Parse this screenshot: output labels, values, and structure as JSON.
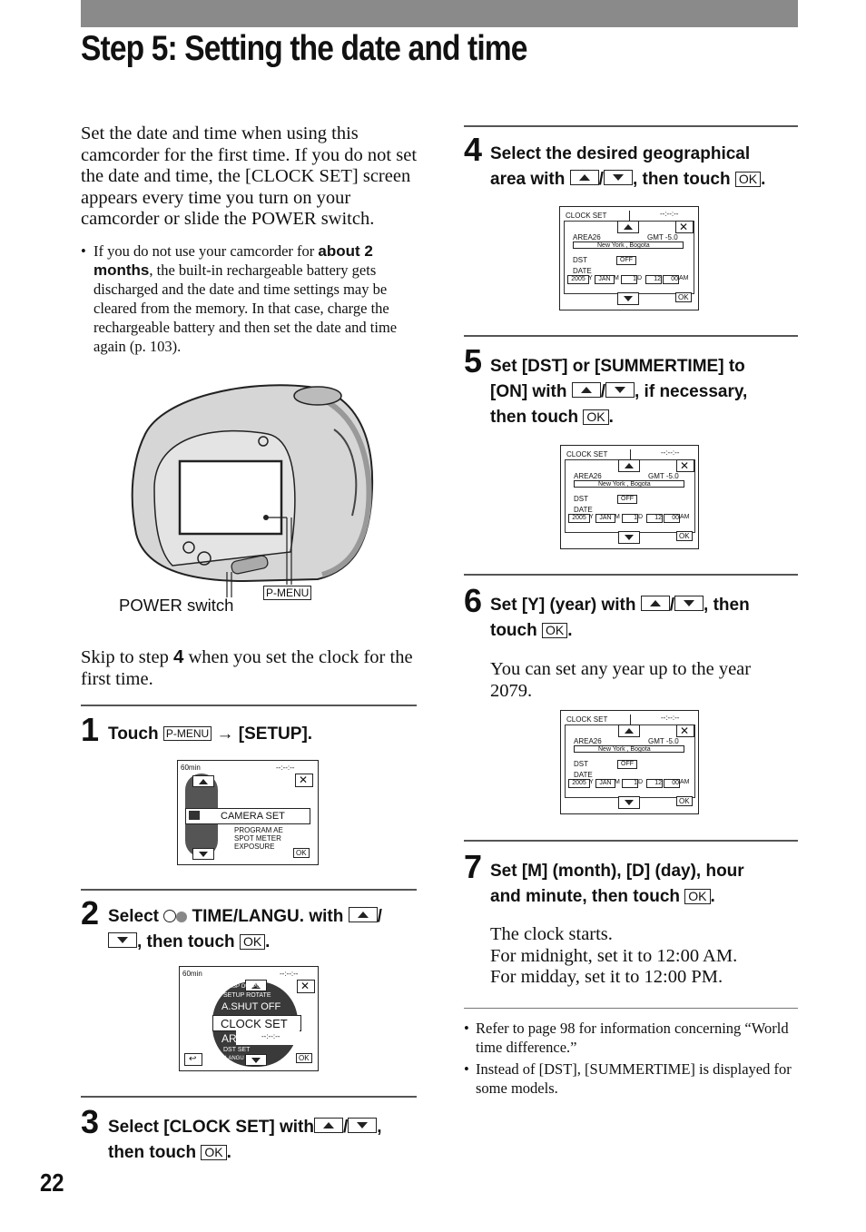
{
  "page": {
    "title": "Step 5: Setting the date and time",
    "page_number": "22"
  },
  "intro": {
    "paragraph": "Set the date and time when using this camcorder for the first time. If you do not set the date and time, the [CLOCK SET] screen appears every time you turn on your camcorder or slide the POWER switch.",
    "bullet_pre": "If you do not use your camcorder for ",
    "bullet_bold": "about 2 months",
    "bullet_post": ", the built-in rechargeable battery gets discharged and the date and time settings may be cleared from the memory. In that case, charge the rechargeable battery and then set the date and time again (p. 103).",
    "bullet_mark": "•"
  },
  "figure": {
    "power_label": "POWER switch",
    "pmenu_label": "P-MENU"
  },
  "skip": {
    "pre": "Skip to step ",
    "bold": "4",
    "post": " when you set the clock for the first time."
  },
  "steps": {
    "s1": {
      "num": "1",
      "touch": "Touch",
      "pmenu": "P-MENU",
      "arrow": "→",
      "setup": "[SETUP]."
    },
    "s2": {
      "num": "2",
      "select": "Select",
      "item": "TIME/LANGU. with",
      "slash": "/",
      "then": ", then touch",
      "ok": "OK",
      "dot": "."
    },
    "s3": {
      "num": "3",
      "pre": "Select [CLOCK SET] with",
      "slash": "/",
      "comma": ",",
      "then": "then touch",
      "ok": "OK",
      "dot": "."
    },
    "s4": {
      "num": "4",
      "line1": "Select the desired geographical",
      "pre": "area with",
      "slash": "/",
      "then": ", then touch",
      "ok": "OK",
      "dot": "."
    },
    "s5": {
      "num": "5",
      "line1": "Set [DST] or [SUMMERTIME] to",
      "pre": "[ON] with",
      "slash": "/",
      "post": ", if necessary,",
      "then": "then touch",
      "ok": "OK",
      "dot": "."
    },
    "s6": {
      "num": "6",
      "pre": "Set [Y] (year) with",
      "slash": "/",
      "post": ", then",
      "touch": "touch",
      "ok": "OK",
      "dot": ".",
      "body": "You can set any year up to the year 2079."
    },
    "s7": {
      "num": "7",
      "line1": "Set [M] (month), [D] (day), hour",
      "pre": "and minute, then touch",
      "ok": "OK",
      "dot": ".",
      "body1": "The clock starts.",
      "body2": "For midnight, set it to 12:00 AM.",
      "body3": "For midday, set it to 12:00 PM."
    }
  },
  "notes": [
    {
      "mark": "•",
      "text": "Refer to page 98 for information concerning “World time difference.”"
    },
    {
      "mark": "•",
      "text": "Instead of [DST], [SUMMERTIME] is displayed for some models."
    }
  ],
  "screen1": {
    "battery": "60min",
    "clock": "--:--:--",
    "menu": "CAMERA  SET",
    "item1": "PROGRAM  AE",
    "item2": "SPOT  METER",
    "item3": "EXPOSURE",
    "ok": "OK"
  },
  "screen2": {
    "battery": "60min",
    "clock": "--:--:--",
    "item_top": "DISP OUTPUT",
    "item_rot": "SETUP ROTATE",
    "item1": "A.SHUT OFF",
    "item2": "CLOCK SET",
    "item3": "AR",
    "item3_time": "--:--:--",
    "item4": "DST SET",
    "item5": "LANGU",
    "ok": "OK"
  },
  "clock": {
    "title": "CLOCK  SET",
    "time": "--:--:--",
    "area": "AREA26",
    "gmt": "GMT  -5.0",
    "city": "New York ,   Bogota",
    "dst": "DST",
    "off": "OFF",
    "date": "DATE",
    "year": "2005",
    "y": "Y",
    "month": "JAN",
    "m": "M",
    "day": "1",
    "d": "D",
    "hour": "12",
    "minute": "00",
    "ampm": "AM",
    "ok": "OK"
  }
}
